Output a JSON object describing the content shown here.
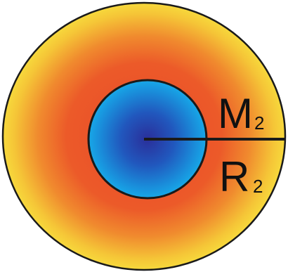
{
  "diagram": {
    "mass_label": {
      "main": "M",
      "sub": "2"
    },
    "radius_label": {
      "main": "R",
      "sub": "2"
    },
    "colors": {
      "outer_edge": "#f5d23a",
      "outer_mid": "#ef6a2a",
      "outer_inner": "#e8492a",
      "core_center": "#2a2f9a",
      "core_mid": "#1f6fd0",
      "core_edge": "#17a6e6",
      "stroke": "#1a1a1a",
      "background": "#ffffff"
    }
  }
}
